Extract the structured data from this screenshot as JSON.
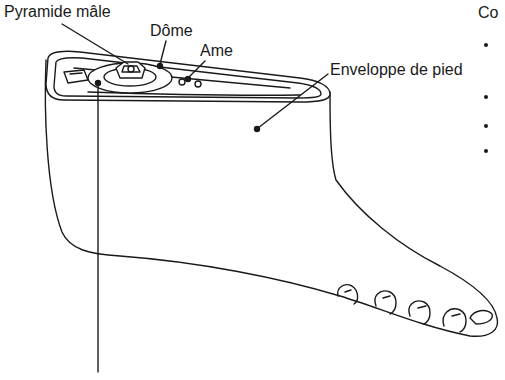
{
  "diagram": {
    "labels": [
      "Pyramide mâle",
      "Dôme",
      "Ame",
      "Co",
      "Enveloppe de pied"
    ]
  }
}
